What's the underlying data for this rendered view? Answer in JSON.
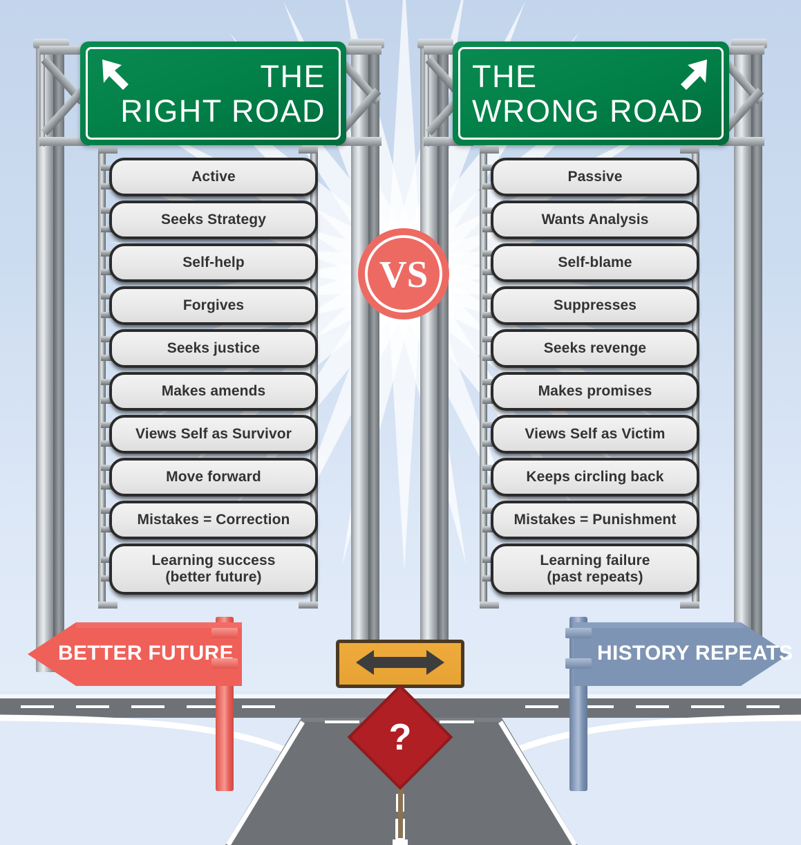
{
  "theme": {
    "sign_green": "#017f47",
    "pill_bg": "#ececec",
    "pill_text": "#333333",
    "vs_color": "#ed6a63",
    "better_future_color": "#ef6059",
    "history_repeats_color": "#7e94b4",
    "orange_sign_color": "#e7a234",
    "diamond_color": "#b01f24",
    "background": "#ccdcf0"
  },
  "signs": {
    "left": {
      "line1": "THE",
      "line2": "RIGHT ROAD",
      "arrow_icon": "arrow-up-left-icon",
      "arrow_direction": "up-left"
    },
    "right": {
      "line1": "THE",
      "line2": "WRONG ROAD",
      "arrow_icon": "arrow-up-right-icon",
      "arrow_direction": "up-right"
    }
  },
  "vs": {
    "label": "VS"
  },
  "columns": {
    "left": {
      "items": [
        {
          "text": "Active"
        },
        {
          "text": "Seeks Strategy"
        },
        {
          "text": "Self-help"
        },
        {
          "text": "Forgives"
        },
        {
          "text": "Seeks justice"
        },
        {
          "text": "Makes amends"
        },
        {
          "text": "Views Self as Survivor"
        },
        {
          "text": "Move forward"
        },
        {
          "text": "Mistakes = Correction"
        },
        {
          "text": "Learning success",
          "text2": "(better future)"
        }
      ]
    },
    "right": {
      "items": [
        {
          "text": "Passive"
        },
        {
          "text": "Wants Analysis"
        },
        {
          "text": "Self-blame"
        },
        {
          "text": "Suppresses"
        },
        {
          "text": "Seeks revenge"
        },
        {
          "text": "Makes promises"
        },
        {
          "text": "Views Self as Victim"
        },
        {
          "text": "Keeps circling back"
        },
        {
          "text": "Mistakes = Punishment"
        },
        {
          "text": "Learning failure",
          "text2": "(past repeats)"
        }
      ]
    }
  },
  "banners": {
    "left": {
      "label": "BETTER FUTURE",
      "direction": "left",
      "pole_color": "#ef6059"
    },
    "right": {
      "label": "HISTORY REPEATS",
      "direction": "right",
      "pole_color": "#7e94b4"
    }
  },
  "center": {
    "crossroad_sign_icon": "double-arrow-left-right-icon",
    "question_sign_label": "?"
  }
}
